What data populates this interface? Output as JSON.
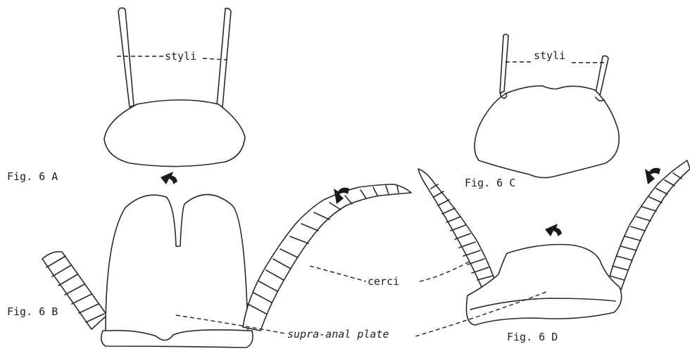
{
  "labels": {
    "styli_a": "styli",
    "styli_c": "styli",
    "cerci": "cerci",
    "supra_anal_plate": "supra-anal plate",
    "fig_a": "Fig. 6 A",
    "fig_b": "Fig. 6 B",
    "fig_c": "Fig. 6 C",
    "fig_d": "Fig. 6 D"
  }
}
